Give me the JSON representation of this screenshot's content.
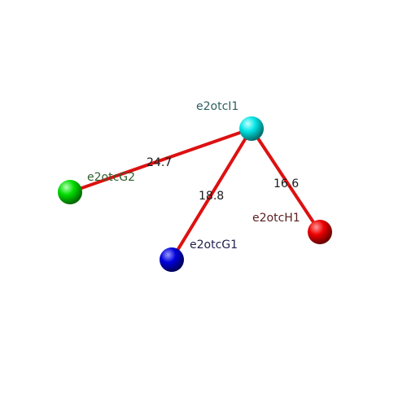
{
  "atoms": [
    {
      "id": "I1",
      "label": "e2otcI1",
      "color": "#00e5e5",
      "label_color": "#2f5f5f"
    },
    {
      "id": "G2",
      "label": "e2otcG2",
      "color": "#00dd00",
      "label_color": "#2f5f2f"
    },
    {
      "id": "G1",
      "label": "e2otcG1",
      "color": "#0000dd",
      "label_color": "#22224f"
    },
    {
      "id": "H1",
      "label": "e2otcH1",
      "color": "#ee0000",
      "label_color": "#5a1f1f"
    }
  ],
  "bonds": [
    {
      "from": "I1",
      "to": "G2",
      "distance": "24.7"
    },
    {
      "from": "I1",
      "to": "G1",
      "distance": "18.8"
    },
    {
      "from": "I1",
      "to": "H1",
      "distance": "16.6"
    }
  ],
  "bond_color": "#dd1111"
}
